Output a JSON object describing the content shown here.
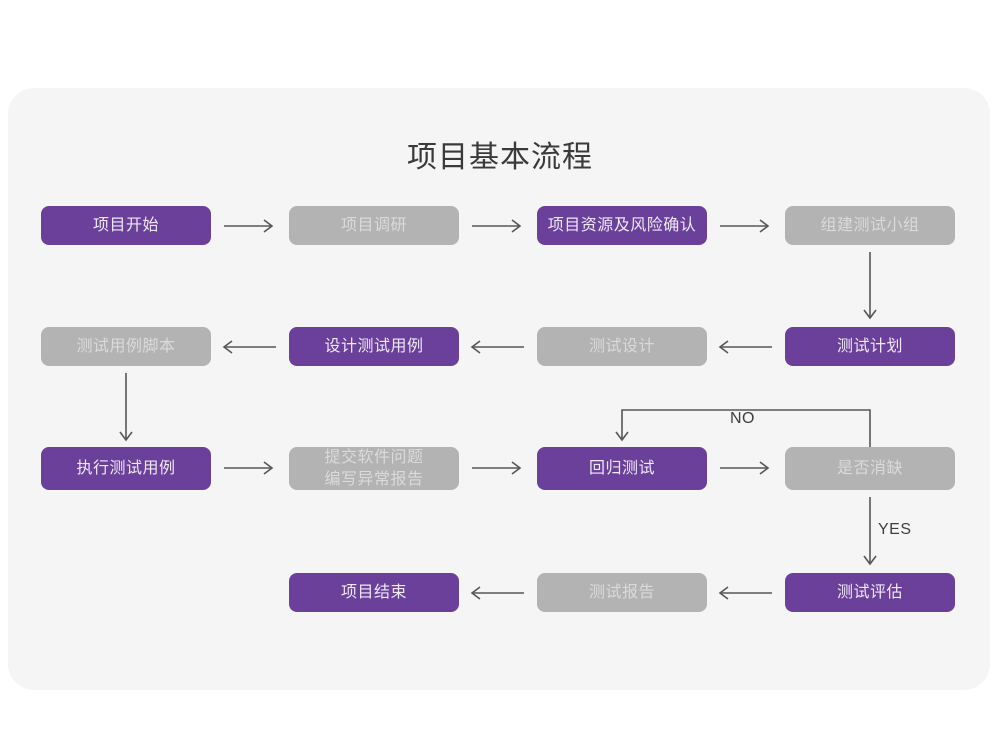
{
  "page": {
    "title": "项目基本流程",
    "card_bg": "#f5f5f6",
    "accent_purple": "#6b409b",
    "accent_gray": "#b3b3b3",
    "page_bg": "#ffffff"
  },
  "nodes": [
    {
      "id": "n1",
      "label": "项目开始",
      "style": "purple",
      "row": 1,
      "col": 1
    },
    {
      "id": "n2",
      "label": "项目调研",
      "style": "gray",
      "row": 1,
      "col": 2
    },
    {
      "id": "n3",
      "label": "项目资源及风险确认",
      "style": "purple",
      "row": 1,
      "col": 3
    },
    {
      "id": "n4",
      "label": "组建测试小组",
      "style": "gray",
      "row": 1,
      "col": 4
    },
    {
      "id": "n5",
      "label": "测试用例脚本",
      "style": "gray",
      "row": 2,
      "col": 1
    },
    {
      "id": "n6",
      "label": "设计测试用例",
      "style": "purple",
      "row": 2,
      "col": 2
    },
    {
      "id": "n7",
      "label": "测试设计",
      "style": "gray",
      "row": 2,
      "col": 3
    },
    {
      "id": "n8",
      "label": "测试计划",
      "style": "purple",
      "row": 2,
      "col": 4
    },
    {
      "id": "n9",
      "label": "执行测试用例",
      "style": "purple",
      "row": 3,
      "col": 1
    },
    {
      "id": "n10",
      "label": "提交软件问题\n编写异常报告",
      "style": "gray",
      "row": 3,
      "col": 2
    },
    {
      "id": "n11",
      "label": "回归测试",
      "style": "purple",
      "row": 3,
      "col": 3
    },
    {
      "id": "n12",
      "label": "是否消缺",
      "style": "gray",
      "row": 3,
      "col": 4
    },
    {
      "id": "n13",
      "label": "项目结束",
      "style": "purple",
      "row": 4,
      "col": 2
    },
    {
      "id": "n14",
      "label": "测试报告",
      "style": "gray",
      "row": 4,
      "col": 3
    },
    {
      "id": "n15",
      "label": "测试评估",
      "style": "purple",
      "row": 4,
      "col": 4
    }
  ],
  "edges": [
    {
      "from": "n1",
      "to": "n2",
      "direction": "right",
      "label": ""
    },
    {
      "from": "n2",
      "to": "n3",
      "direction": "right",
      "label": ""
    },
    {
      "from": "n3",
      "to": "n4",
      "direction": "right",
      "label": ""
    },
    {
      "from": "n4",
      "to": "n8",
      "direction": "down",
      "label": ""
    },
    {
      "from": "n8",
      "to": "n7",
      "direction": "left",
      "label": ""
    },
    {
      "from": "n7",
      "to": "n6",
      "direction": "left",
      "label": ""
    },
    {
      "from": "n6",
      "to": "n5",
      "direction": "left",
      "label": ""
    },
    {
      "from": "n5",
      "to": "n9",
      "direction": "down",
      "label": ""
    },
    {
      "from": "n9",
      "to": "n10",
      "direction": "right",
      "label": ""
    },
    {
      "from": "n10",
      "to": "n11",
      "direction": "right",
      "label": ""
    },
    {
      "from": "n11",
      "to": "n12",
      "direction": "right",
      "label": ""
    },
    {
      "from": "n12",
      "to": "n11",
      "direction": "loop-up-left",
      "label": "NO"
    },
    {
      "from": "n12",
      "to": "n15",
      "direction": "down",
      "label": "YES"
    },
    {
      "from": "n15",
      "to": "n14",
      "direction": "left",
      "label": ""
    },
    {
      "from": "n14",
      "to": "n13",
      "direction": "left",
      "label": ""
    }
  ],
  "edge_labels": {
    "no": "NO",
    "yes": "YES"
  }
}
